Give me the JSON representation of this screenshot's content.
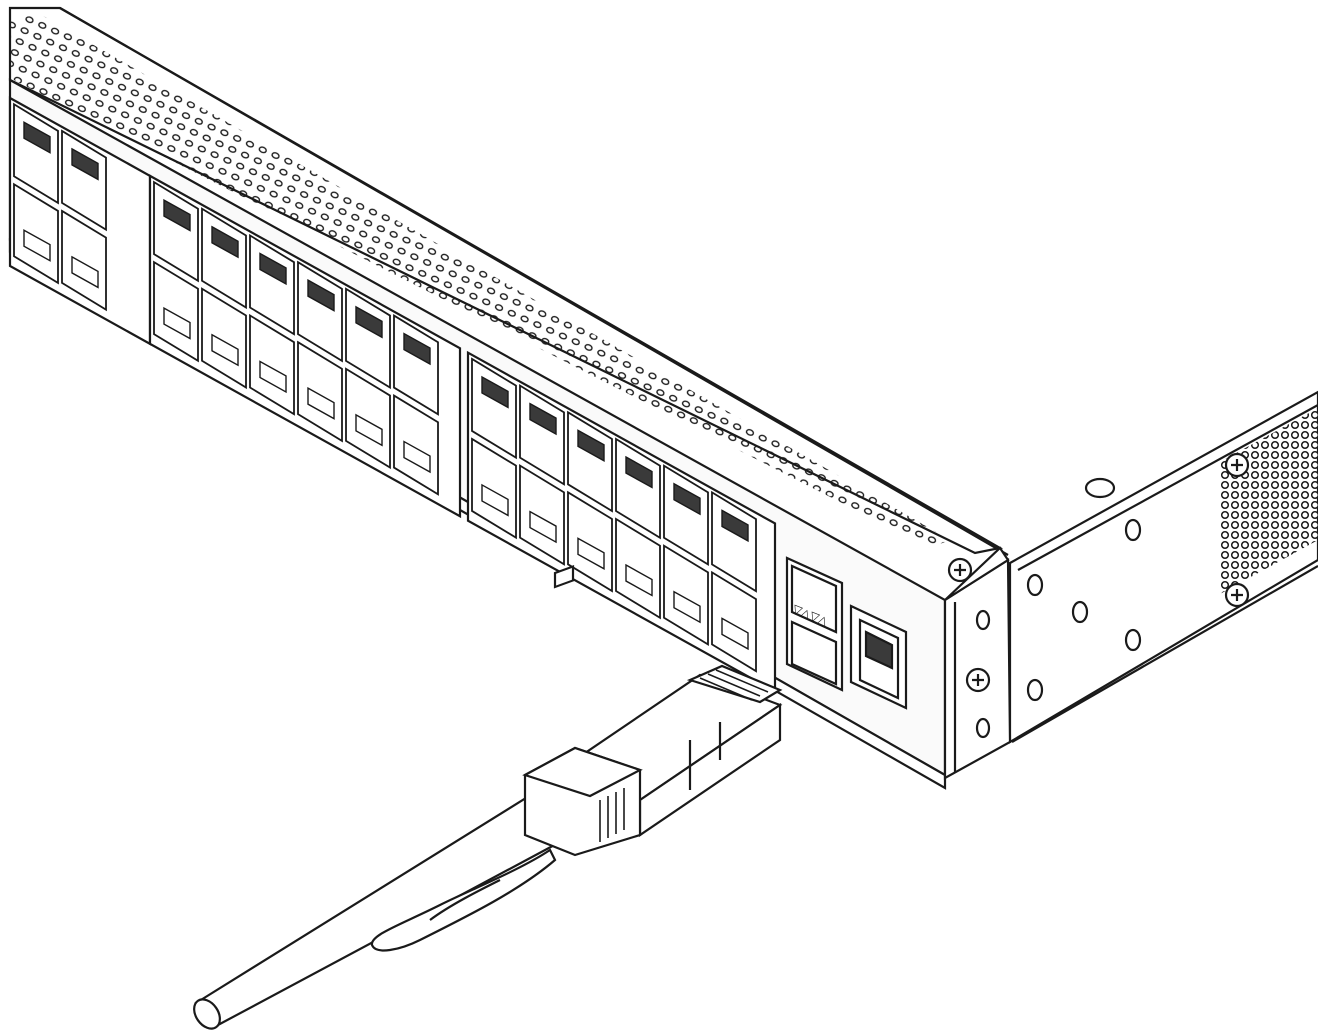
{
  "figure": {
    "port_marker_glyphs": "▽△▽△",
    "colors": {
      "line": "#1a1a1a",
      "fill": "#ffffff",
      "port_shadow": "#3a3a3a",
      "face": "#fafafa"
    },
    "parts": {
      "switch": "switch-chassis",
      "transceiver": "sfp-transceiver",
      "cable": "dac-cable",
      "console": "console-port"
    }
  }
}
